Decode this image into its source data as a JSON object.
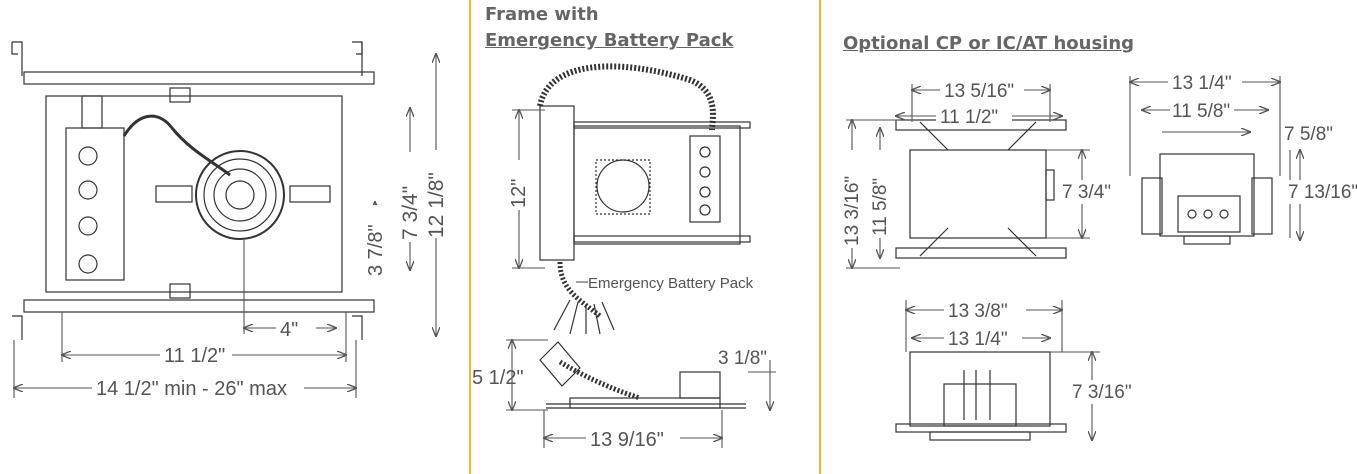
{
  "colors": {
    "divider": "#f2b434",
    "text": "#555555",
    "heading": "#666666",
    "line": "#333333"
  },
  "sections": {
    "left": {
      "dims": {
        "d_7_3_4": "7 3/4\"",
        "d_12_1_8": "12 1/8\"",
        "d_3_7_8": "3 7/8\"",
        "d_4": "4\"",
        "d_11_1_2": "11 1/2\"",
        "d_range": "14 1/2\" min - 26\" max"
      }
    },
    "middle": {
      "title_line1": "Frame with",
      "title_line2": "Emergency Battery Pack",
      "dims": {
        "d_12": "12\"",
        "callout": "Emergency Battery Pack",
        "d_3_1_8": "3 1/8\"",
        "d_5_1_2": "5 1/2\"",
        "d_13_9_16": "13 9/16\""
      }
    },
    "right": {
      "title": "Optional CP or IC/AT housing",
      "dims": {
        "d_13_5_16": "13 5/16\"",
        "d_11_1_2": "11 1/2\"",
        "d_13_3_16": "13 3/16\"",
        "d_11_5_8_v": "11 5/8\"",
        "d_7_3_4": "7 3/4\"",
        "d_13_1_4_top": "13 1/4\"",
        "d_11_5_8": "11 5/8\"",
        "d_7_5_8": "7 5/8\"",
        "d_7_13_16": "7 13/16\"",
        "d_13_3_8": "13 3/8\"",
        "d_13_1_4": "13 1/4\"",
        "d_7_3_16": "7 3/16\""
      }
    }
  }
}
